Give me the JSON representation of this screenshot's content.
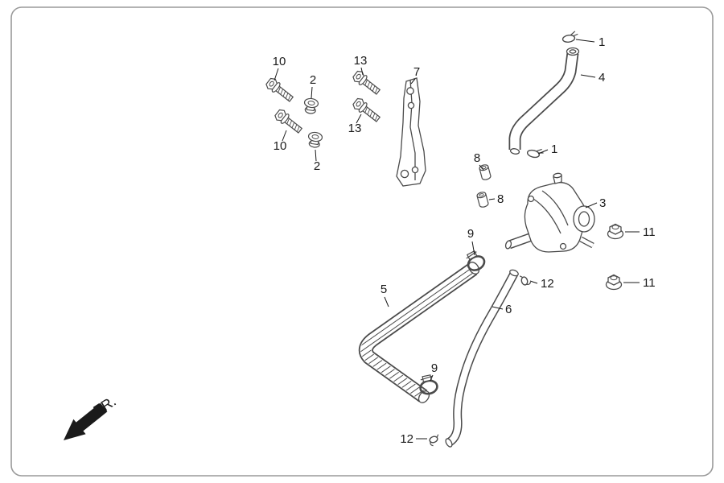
{
  "diagram": {
    "fr_label": "FR.",
    "line_color": "#4a4a4a",
    "label_color": "#1a1a1a",
    "border_color": "#9a9a9a",
    "callouts": [
      {
        "label": "1",
        "part": "pipe-clip-top"
      },
      {
        "label": "4",
        "part": "air-suction-pipe"
      },
      {
        "label": "1",
        "part": "pipe-clip-lower"
      },
      {
        "label": "10",
        "part": "flange-bolt-upper-left"
      },
      {
        "label": "2",
        "part": "rubber-mount-upper"
      },
      {
        "label": "13",
        "part": "flange-bolt-upper-right"
      },
      {
        "label": "13",
        "part": "flange-bolt-lower-right"
      },
      {
        "label": "7",
        "part": "bracket"
      },
      {
        "label": "10",
        "part": "flange-bolt-lower-left"
      },
      {
        "label": "2",
        "part": "rubber-mount-lower"
      },
      {
        "label": "8",
        "part": "pipe-joint-upper"
      },
      {
        "label": "8",
        "part": "pipe-joint-lower"
      },
      {
        "label": "3",
        "part": "control-valve"
      },
      {
        "label": "11",
        "part": "flange-nut-upper"
      },
      {
        "label": "11",
        "part": "flange-nut-lower"
      },
      {
        "label": "9",
        "part": "hose-clamp-upper"
      },
      {
        "label": "12",
        "part": "hose-clip-right"
      },
      {
        "label": "5",
        "part": "corrugated-hose"
      },
      {
        "label": "6",
        "part": "drain-hose"
      },
      {
        "label": "9",
        "part": "hose-clamp-lower"
      },
      {
        "label": "12",
        "part": "hose-clip-bottom"
      }
    ]
  }
}
